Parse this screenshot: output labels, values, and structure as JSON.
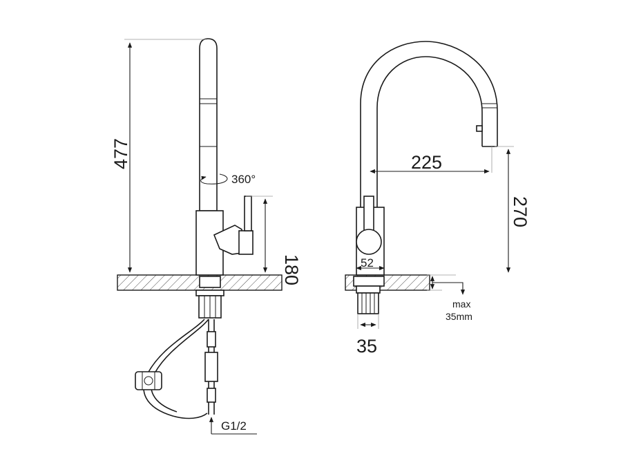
{
  "diagram": {
    "dimensions": {
      "total_height": "477",
      "rotation": "360°",
      "handle_height": "180",
      "reach": "225",
      "spout_height": "270",
      "base_diameter": "52",
      "shank_diameter": "35",
      "max_label": "max",
      "max_thickness": "35mm",
      "thread": "G1/2"
    },
    "colors": {
      "line": "#1a1a1a",
      "background": "#ffffff"
    }
  }
}
